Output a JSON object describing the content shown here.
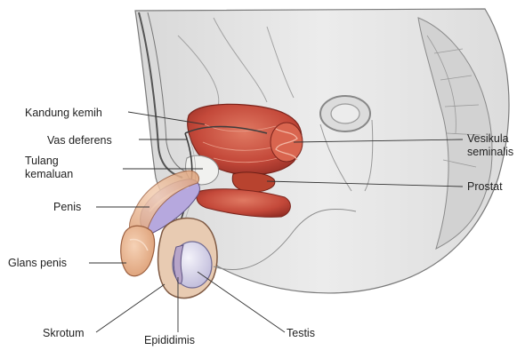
{
  "labels": {
    "kandung_kemih": "Kandung kemih",
    "vas_deferens": "Vas deferens",
    "tulang_kemaluan_1": "Tulang",
    "tulang_kemaluan_2": "kemaluan",
    "penis": "Penis",
    "glans_penis": "Glans penis",
    "skrotum": "Skrotum",
    "epididimis": "Epididimis",
    "testis": "Testis",
    "vesikula_1": "Vesikula",
    "vesikula_2": "seminalis",
    "prostat": "Prostat"
  },
  "colors": {
    "body_outline": "#6f6f6f",
    "body_fill": "#e4e4e4",
    "organ_red": "#c4493a",
    "organ_dark": "#8e2a22",
    "skin": "#e9b48f",
    "vessel_purple": "#a79bd0",
    "testis_fill": "#d9d6ea",
    "leader": "#333333"
  }
}
